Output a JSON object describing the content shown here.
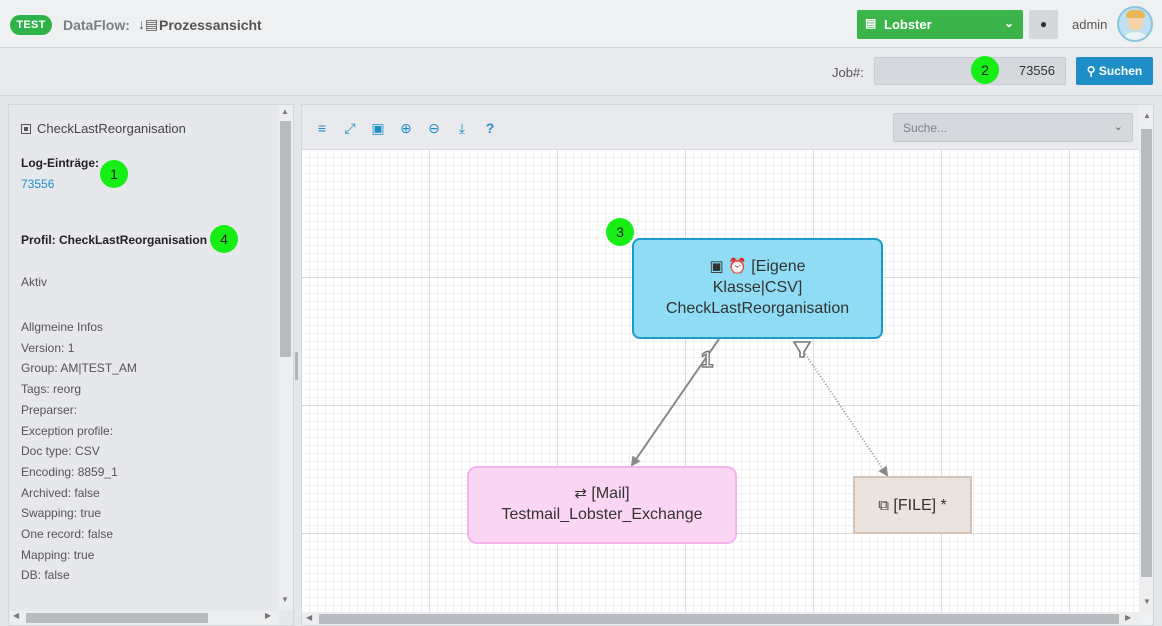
{
  "header": {
    "env_badge": "TEST",
    "app_title": "DataFlow:",
    "view_title": "Prozessansicht",
    "profile_select": "Lobster",
    "user": "admin"
  },
  "search": {
    "job_label": "Job#:",
    "job_value": "73556",
    "button_label": "Suchen"
  },
  "left_panel": {
    "title": "CheckLastReorganisation",
    "log_label": "Log-Einträge:",
    "log_link": "73556",
    "profile": "Profil: CheckLastReorganisation",
    "status": "Aktiv",
    "info_lines": [
      "Allgmeine Infos",
      "Version: 1",
      "Group: AM|TEST_AM",
      "Tags: reorg",
      "Preparser:",
      "Exception profile:",
      "Doc type: CSV",
      "Encoding: 8859_1",
      "Archived: false",
      "Swapping: true",
      "One record: false",
      "Mapping: true",
      "DB: false"
    ]
  },
  "diagram": {
    "search_placeholder": "Suche...",
    "toolbar_help": "?",
    "nodes": {
      "task": {
        "line1": "[Eigene",
        "line2": "Klasse|CSV]",
        "line3": "CheckLastReorganisation"
      },
      "mail": {
        "line1": "[Mail]",
        "line2": "Testmail_Lobster_Exchange"
      },
      "file": {
        "line1": "[FILE] *"
      }
    },
    "edge_labels": {
      "task_to_mail": "1"
    }
  },
  "markers": [
    "1",
    "2",
    "3",
    "4"
  ],
  "colors": {
    "accent": "#1f8ec7",
    "env_badge": "#2eb34a",
    "profile_select": "#3bb54a",
    "task_node": "#8fdcf4",
    "mail_node": "#fbd6f3",
    "file_node": "#ebe3dd",
    "marker": "#16ee16"
  }
}
